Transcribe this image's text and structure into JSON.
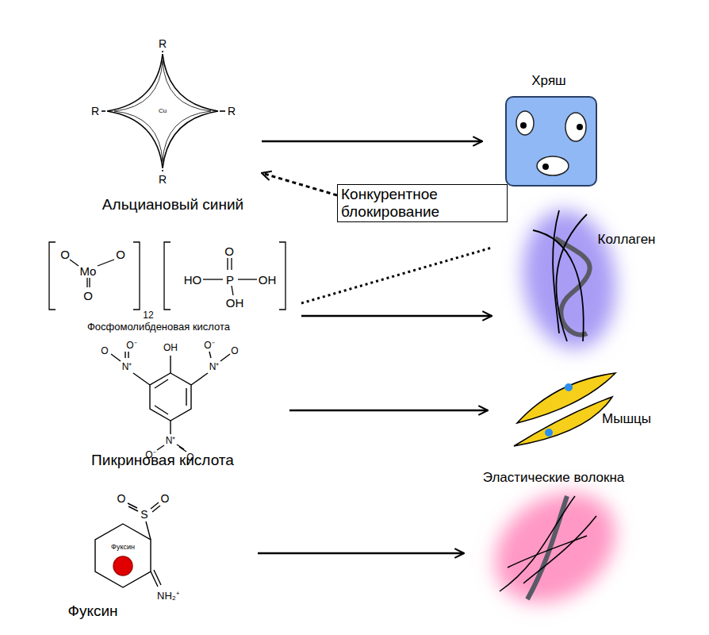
{
  "diagram": {
    "nodes": [
      {
        "text": [
          "Альциановый синий"
        ]
      },
      {
        "text": [
          "Хряш"
        ]
      },
      {
        "text": [
          "Конкурентное блокирование"
        ]
      },
      {
        "text": [
          "Фосфомолибденовая кислота"
        ]
      },
      {
        "text": [
          "Коллаген"
        ]
      },
      {
        "text": [
          "Пикриновая кислота"
        ]
      },
      {
        "text": [
          "Мышцы"
        ]
      },
      {
        "text": [
          "Фуксин",
          "Фуксин"
        ]
      },
      {
        "text": [
          "Эластические волокна"
        ]
      }
    ],
    "edges": [
      {
        "from": 0,
        "to": 1,
        "arrow": "to"
      },
      {
        "from": 2,
        "to": 0,
        "arrow": "to"
      },
      {
        "from": 3,
        "to": 4,
        "arrow": "none"
      },
      {
        "from": 3,
        "to": 4,
        "arrow": "to"
      },
      {
        "from": 5,
        "to": 6,
        "arrow": "to"
      },
      {
        "from": 7,
        "to": 8,
        "arrow": "to"
      }
    ],
    "labels": [
      "R",
      "R",
      "R",
      "R",
      "Cu",
      "O",
      "O",
      "O",
      "Mo",
      "12",
      "O",
      "HO",
      "P",
      "OH",
      "OH",
      "OH",
      "O⁻",
      "N⁺",
      "O",
      "O",
      "N⁺",
      "O⁻",
      "O⁻",
      "N⁺",
      "O",
      "O",
      "S",
      "O",
      "NH₂⁺"
    ]
  }
}
